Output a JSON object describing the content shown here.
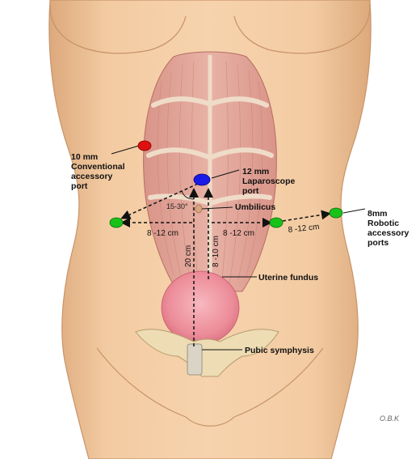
{
  "labels": {
    "conventional": [
      "10 mm",
      "Conventional",
      "accessory",
      "port"
    ],
    "laparoscope": [
      "12 mm",
      "Laparoscope",
      "port"
    ],
    "umbilicus": "Umbilicus",
    "robotic": [
      "8mm",
      "Robotic",
      "accessory",
      "ports"
    ],
    "uterine_fundus": "Uterine fundus",
    "pubic_symphysis": "Pubic symphysis"
  },
  "measurements": {
    "angle": "15-30°",
    "left_distance": "8 -12 cm",
    "middle_distance": "8 -12 cm",
    "right_distance": "8 -12 cm",
    "vertical_total": "20 cm",
    "vertical_upper": "8 -10 cm"
  },
  "signature": "O.B.K",
  "colors": {
    "skin": "#f2c9a0",
    "skin_shadow": "#d9a77a",
    "muscle": "#e3a99c",
    "muscle_fiber": "#c97d72",
    "tendon": "#efdcc8",
    "uterus": "#ec8c99",
    "bone": "#eddcb4",
    "laparoscope_port": "#1a1ae6",
    "conventional_port": "#e01010",
    "robotic_port": "#19c219"
  }
}
